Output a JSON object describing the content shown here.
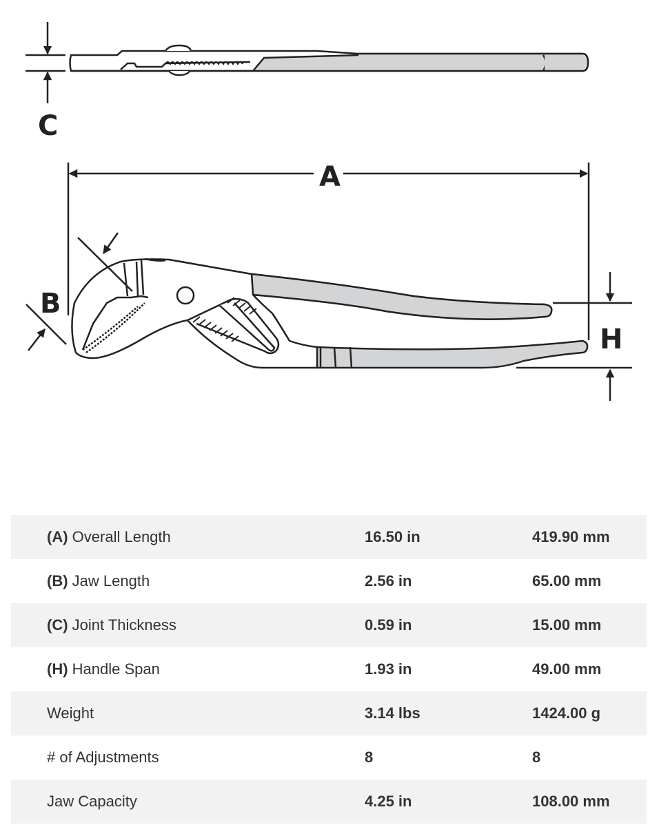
{
  "diagram": {
    "labels": {
      "A": "A",
      "B": "B",
      "C": "C",
      "H": "H"
    },
    "colors": {
      "line": "#222222",
      "handle_fill": "#d3d4d6",
      "background": "#ffffff"
    }
  },
  "specs": {
    "colors": {
      "row_alt": "#f2f2f2",
      "text": "#333333"
    },
    "rows": [
      {
        "prefix": "(A)",
        "label": "Overall Length",
        "imperial": "16.50 in",
        "metric": "419.90 mm"
      },
      {
        "prefix": "(B)",
        "label": "Jaw Length",
        "imperial": "2.56 in",
        "metric": "65.00 mm"
      },
      {
        "prefix": "(C)",
        "label": "Joint Thickness",
        "imperial": "0.59 in",
        "metric": "15.00 mm"
      },
      {
        "prefix": "(H)",
        "label": "Handle Span",
        "imperial": "1.93 in",
        "metric": "49.00 mm"
      },
      {
        "prefix": "",
        "label": "Weight",
        "imperial": "3.14 lbs",
        "metric": "1424.00 g"
      },
      {
        "prefix": "",
        "label": "# of Adjustments",
        "imperial": "8",
        "metric": "8"
      },
      {
        "prefix": "",
        "label": "Jaw Capacity",
        "imperial": "4.25 in",
        "metric": "108.00 mm"
      }
    ]
  }
}
